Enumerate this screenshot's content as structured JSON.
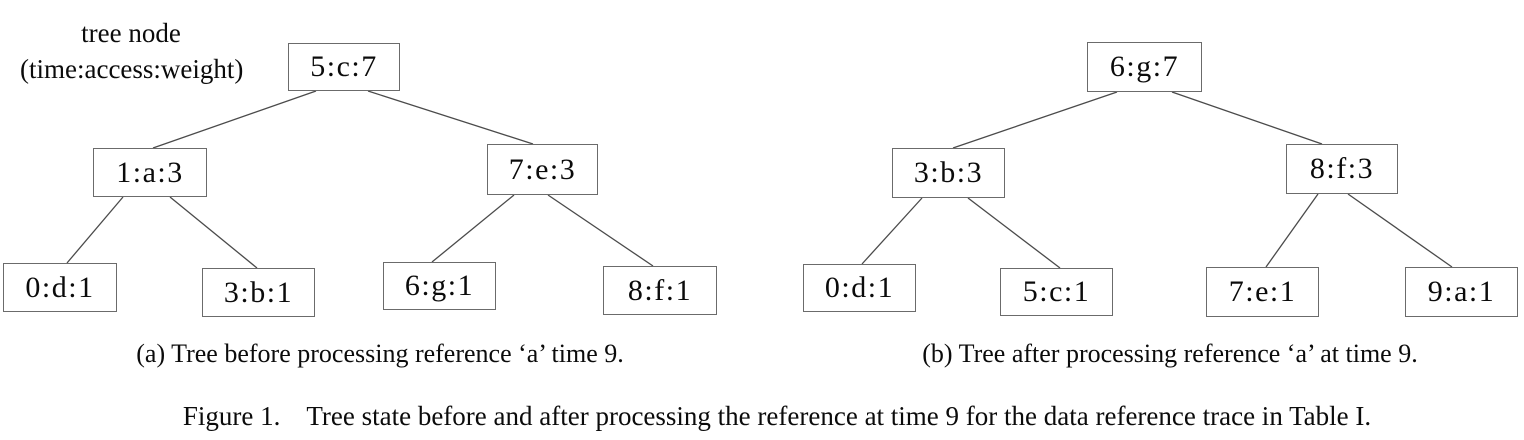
{
  "annotation": {
    "line1": "tree node",
    "line2": "(time:access:weight)"
  },
  "tree_a": {
    "caption": "(a) Tree before processing reference ‘a’ time 9.",
    "root": {
      "label": "5:c:7",
      "children": [
        {
          "label": "1:a:3",
          "children": [
            {
              "label": "0:d:1"
            },
            {
              "label": "3:b:1"
            }
          ]
        },
        {
          "label": "7:e:3",
          "children": [
            {
              "label": "6:g:1"
            },
            {
              "label": "8:f:1"
            }
          ]
        }
      ]
    }
  },
  "tree_b": {
    "caption": "(b) Tree after processing reference ‘a’ at time 9.",
    "root": {
      "label": "6:g:7",
      "children": [
        {
          "label": "3:b:3",
          "children": [
            {
              "label": "0:d:1"
            },
            {
              "label": "5:c:1"
            }
          ]
        },
        {
          "label": "8:f:3",
          "children": [
            {
              "label": "7:e:1"
            },
            {
              "label": "9:a:1"
            }
          ]
        }
      ]
    }
  },
  "figure_caption": {
    "label": "Figure 1.",
    "text": "Tree state before and after processing the reference at time 9 for the data reference trace in Table I."
  }
}
